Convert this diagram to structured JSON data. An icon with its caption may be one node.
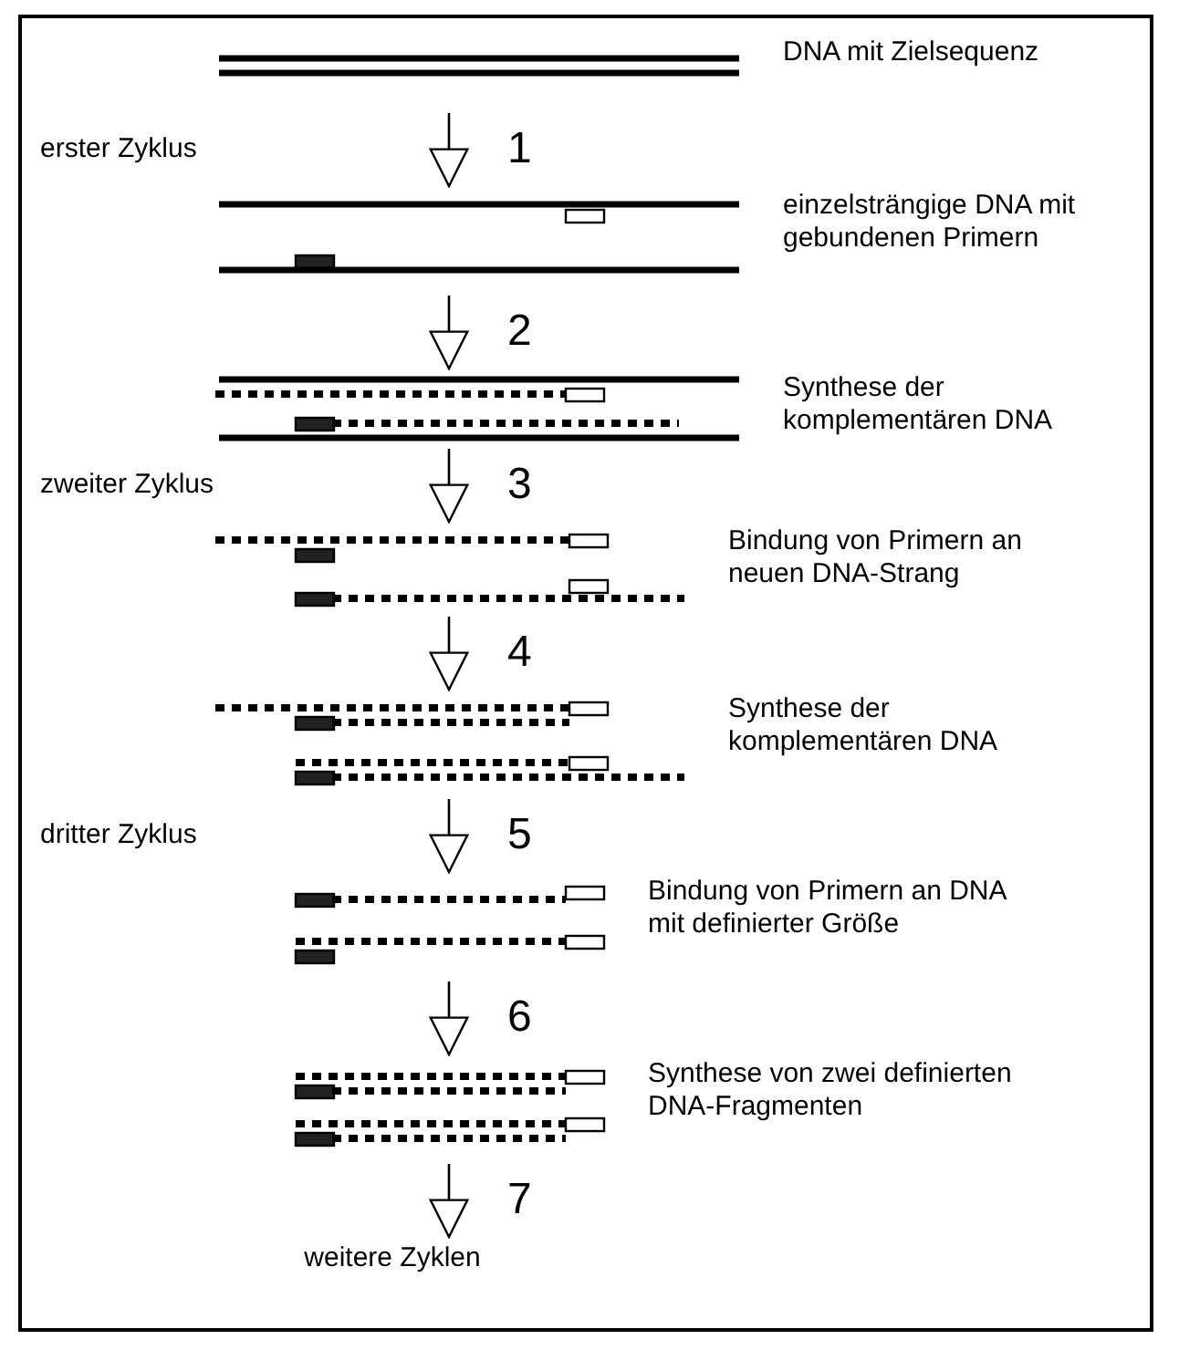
{
  "diagram": {
    "nodes": [
      {
        "text": [],
        "shape": "picture",
        "beside": [
          "DNA mit Zielsequenz"
        ]
      },
      {
        "text": [],
        "shape": "picture",
        "beside": [
          "einzelsträngige DNA mit gebundenen Primern"
        ]
      },
      {
        "text": [],
        "shape": "picture",
        "beside": [
          "Synthese der komplementären DNA"
        ]
      },
      {
        "text": [],
        "shape": "picture",
        "beside": [
          "Bindung von Primern an neuen DNA-Strang"
        ]
      },
      {
        "text": [],
        "shape": "picture",
        "beside": [
          "Synthese der komplementären DNA"
        ]
      },
      {
        "text": [],
        "shape": "picture",
        "beside": [
          "Bindung von Primern an DNA mit definierter Größe"
        ]
      },
      {
        "text": [],
        "shape": "picture",
        "beside": [
          "Synthese von zwei definierten DNA-Fragmenten"
        ]
      },
      {
        "text": [
          "weitere Zyklen"
        ]
      }
    ],
    "edges": [
      {
        "from": 0,
        "to": 1,
        "arrow": "to",
        "label": "1"
      },
      {
        "from": 1,
        "to": 2,
        "arrow": "to",
        "label": "2"
      },
      {
        "from": 2,
        "to": 3,
        "arrow": "to",
        "label": "3"
      },
      {
        "from": 3,
        "to": 4,
        "arrow": "to",
        "label": "4"
      },
      {
        "from": 4,
        "to": 5,
        "arrow": "to",
        "label": "5"
      },
      {
        "from": 5,
        "to": 6,
        "arrow": "to",
        "label": "6"
      },
      {
        "from": 6,
        "to": 7,
        "arrow": "to",
        "label": "7"
      }
    ],
    "labels": [
      "erster Zyklus",
      "zweiter Zyklus",
      "dritter Zyklus"
    ]
  }
}
